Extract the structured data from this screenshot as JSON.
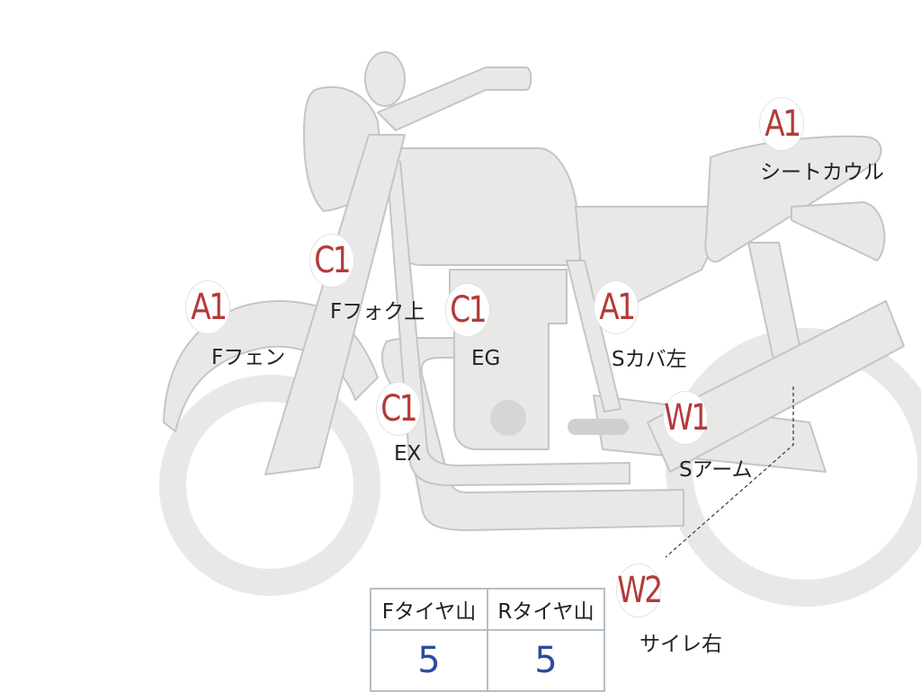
{
  "colors": {
    "body_fill": "#e8e8e6",
    "body_stroke": "#c5c5c3",
    "marker_text": "#b33a3a",
    "value_text": "#2b4b9e",
    "table_border": "#b5bec6"
  },
  "markers": {
    "seat_cowl": {
      "code": "A1",
      "label": "シートカウル"
    },
    "front_fork": {
      "code": "C1",
      "label": "Fフォク上"
    },
    "front_fender": {
      "code": "A1",
      "label": "Fフェン"
    },
    "engine": {
      "code": "C1",
      "label": "EG"
    },
    "side_cover": {
      "code": "A1",
      "label": "Sカバ左"
    },
    "exhaust": {
      "code": "C1",
      "label": "EX"
    },
    "swing_arm": {
      "code": "W1",
      "label": "Sアーム"
    },
    "muffler": {
      "code": "W2",
      "label": "サイレ右"
    }
  },
  "tire_table": {
    "headers": [
      "Fタイヤ山",
      "Rタイヤ山"
    ],
    "values": [
      "5",
      "5"
    ]
  }
}
